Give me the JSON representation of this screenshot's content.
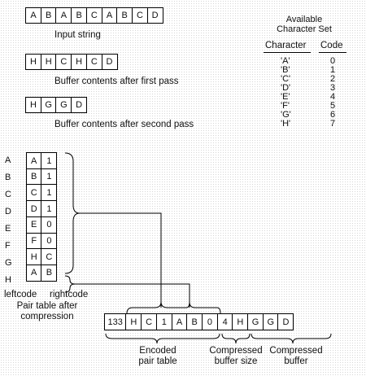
{
  "input_string": {
    "cells": [
      "A",
      "B",
      "A",
      "B",
      "C",
      "A",
      "B",
      "C",
      "D"
    ],
    "caption": "Input string"
  },
  "first_pass": {
    "cells": [
      "H",
      "H",
      "C",
      "H",
      "C",
      "D"
    ],
    "caption": "Buffer contents after first pass"
  },
  "second_pass": {
    "cells": [
      "H",
      "G",
      "G",
      "D"
    ],
    "caption": "Buffer contents after second pass"
  },
  "charset": {
    "title_line1": "Available",
    "title_line2": "Character Set",
    "col_character": "Character",
    "col_code": "Code",
    "characters": [
      "'A'",
      "'B'",
      "'C'",
      "'D'",
      "'E'",
      "'F'",
      "'G'",
      "'H'"
    ],
    "codes": [
      "0",
      "1",
      "2",
      "3",
      "4",
      "5",
      "6",
      "7"
    ]
  },
  "pair_table": {
    "row_labels": [
      "A",
      "B",
      "C",
      "D",
      "E",
      "F",
      "G",
      "H"
    ],
    "left": [
      "A",
      "B",
      "C",
      "D",
      "E",
      "F",
      "H",
      "A"
    ],
    "right": [
      "1",
      "1",
      "1",
      "1",
      "0",
      "0",
      "C",
      "B"
    ],
    "left_label": "leftcode",
    "right_label": "rightcode",
    "caption_line1": "Pair table after",
    "caption_line2": "compression"
  },
  "compressed": {
    "cells": [
      "133",
      "H",
      "C",
      "1",
      "A",
      "B",
      "0",
      "4",
      "H",
      "G",
      "G",
      "D"
    ],
    "labels": {
      "encoded_1": "Encoded",
      "encoded_2": "pair table",
      "size_1": "Compressed",
      "size_2": "buffer size",
      "buffer_1": "Compressed",
      "buffer_2": "buffer"
    }
  }
}
